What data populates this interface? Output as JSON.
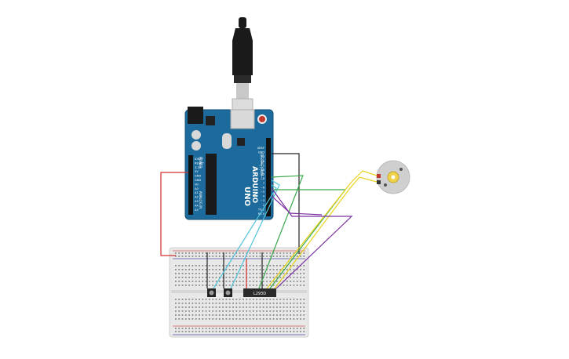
{
  "arduino": {
    "brand_text": "ARDUINO",
    "model_text": "UNO",
    "pin_labels_top": [
      "AREF",
      "GND",
      "13",
      "12",
      "~11",
      "~10",
      "~9",
      "8",
      "7",
      "~6",
      "~5",
      "4",
      "~3",
      "2",
      "TX 1",
      "RX 0"
    ],
    "digital_label": "DIGITAL (PWM~)",
    "power_label": "POWER",
    "analog_label": "ANALOG IN",
    "power_pins": [
      "IOREF",
      "RESET",
      "3.3V",
      "5V",
      "GND",
      "GND",
      "Vin"
    ],
    "analog_pins": [
      "A0",
      "A1",
      "A2",
      "A3",
      "A4",
      "A5"
    ],
    "usb_label": "USB"
  },
  "breadboard": {
    "chip_label": "L293D"
  },
  "motor": {
    "label": ""
  },
  "colors": {
    "board": "#1c6b9c",
    "board_dark": "#154f74",
    "breadboard": "#e8e8e8",
    "wire_red": "#d32f2f",
    "wire_black": "#222222",
    "wire_cyan": "#4fc3d9",
    "wire_green": "#3aa84a",
    "wire_yellow": "#e8d21a",
    "wire_purple": "#7b2fa0"
  }
}
